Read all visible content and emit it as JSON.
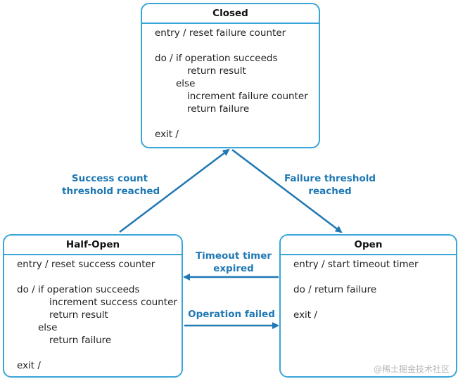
{
  "states": {
    "closed": {
      "title": "Closed",
      "lines": [
        "entry / reset failure counter",
        "",
        "do / if operation succeeds",
        "return result",
        "else",
        "increment failure counter",
        "return failure",
        "",
        "exit /"
      ]
    },
    "half_open": {
      "title": "Half-Open",
      "lines": [
        "entry / reset success counter",
        "",
        "do / if operation succeeds",
        "increment success counter",
        "return result",
        "else",
        "return failure",
        "",
        "exit /"
      ]
    },
    "open": {
      "title": "Open",
      "lines": [
        "entry / start timeout timer",
        "",
        "do / return failure",
        "",
        "exit /"
      ]
    }
  },
  "transitions": {
    "half_open_to_closed": "Success count\nthreshold reached",
    "closed_to_open": "Failure threshold\nreached",
    "open_to_half_open": "Timeout timer\nexpired",
    "half_open_to_open": "Operation failed"
  },
  "colors": {
    "border": "#3aa6d8",
    "arrow": "#1f78b4",
    "label": "#1f78b4"
  },
  "watermark": "@稀土掘金技术社区"
}
